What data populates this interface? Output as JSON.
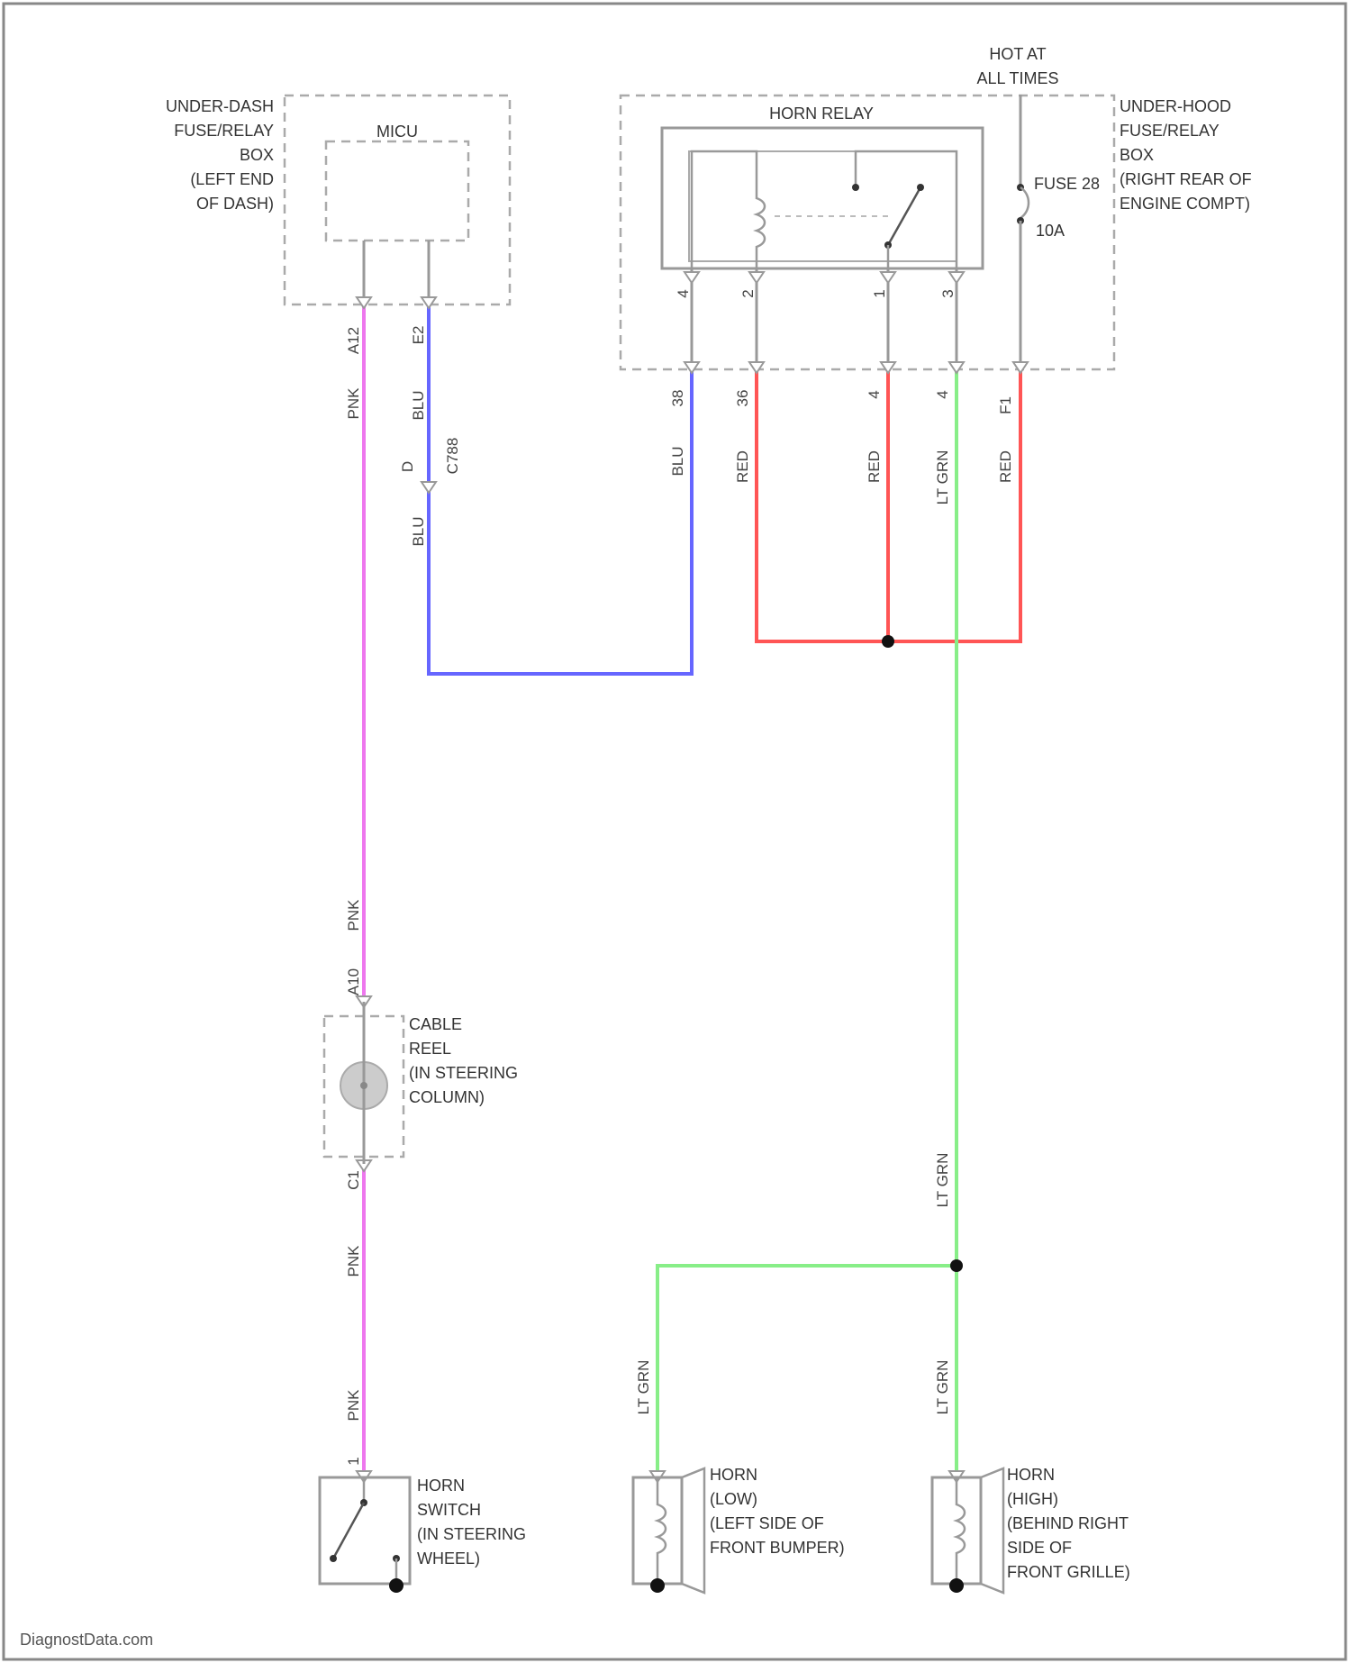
{
  "colors": {
    "pink": "#ee77ee",
    "blue": "#6666ff",
    "red": "#ff5555",
    "green": "#88ee88",
    "frame": "#888888",
    "dash": "#aaaaaa"
  },
  "labels": {
    "underdash": [
      "UNDER-DASH",
      "FUSE/RELAY",
      "BOX",
      "(LEFT END",
      "OF DASH)"
    ],
    "micu": "MICU",
    "hot": [
      "HOT AT",
      "ALL TIMES"
    ],
    "horn_relay": "HORN RELAY",
    "underhood": [
      "UNDER-HOOD",
      "FUSE/RELAY",
      "BOX",
      "(RIGHT REAR OF",
      "ENGINE COMPT)"
    ],
    "fuse": "FUSE 28",
    "fuse_amp": "10A",
    "cable_reel": [
      "CABLE",
      "REEL",
      "(IN STEERING",
      "COLUMN)"
    ],
    "horn_switch": [
      "HORN",
      "SWITCH",
      "(IN STEERING",
      "WHEEL)"
    ],
    "horn_low": [
      "HORN",
      "(LOW)",
      "(LEFT SIDE OF",
      "FRONT BUMPER)"
    ],
    "horn_high": [
      "HORN",
      "(HIGH)",
      "(BEHIND RIGHT",
      "SIDE OF",
      "FRONT GRILLE)"
    ],
    "watermark": "DiagnostData.com"
  },
  "wires": {
    "pnk_micu": "A12",
    "pnk": "PNK",
    "blu_micu": "E2",
    "blu": "BLU",
    "connector": "C788",
    "pin_d": "D",
    "relay_pins": [
      "4",
      "2",
      "1",
      "3"
    ],
    "fuse_pins": [
      "38",
      "36",
      "4",
      "4",
      "F1"
    ],
    "red": "RED",
    "lt_grn": "LT GRN",
    "reel_pin_top": "A10",
    "reel_pin_bottom": "C1",
    "switch_pin": "1"
  }
}
